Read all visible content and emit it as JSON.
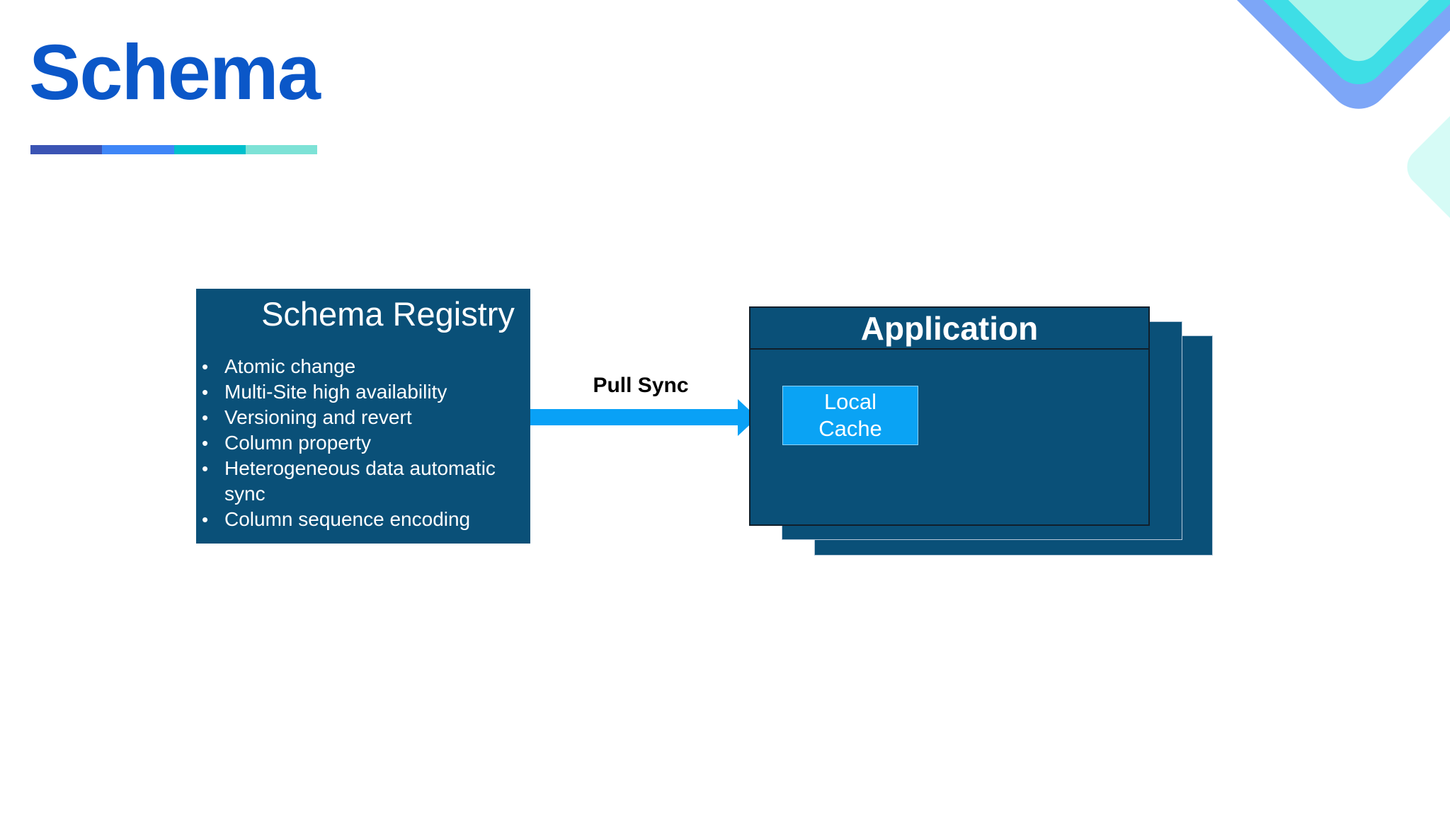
{
  "slide": {
    "title": "Schema",
    "title_color": "#0b57c8",
    "accent_bar": {
      "segment_colors": [
        "#3b54b4",
        "#3f86f7",
        "#00c0cd",
        "#7de2d6"
      ]
    },
    "corner_decoration": {
      "outer_color": "#7da6f7",
      "middle_color": "#3edee6",
      "inner_color": "#a9f4eb",
      "small_color": "#d6fbf6"
    }
  },
  "registry": {
    "title": "Schema Registry",
    "bg_color": "#0a5078",
    "bullets": [
      "Atomic change",
      "Multi-Site high availability",
      "Versioning and revert",
      "Column property",
      "Heterogeneous data automatic sync",
      "Column sequence encoding"
    ]
  },
  "sync_arrow": {
    "label": "Pull Sync",
    "color": "#09a1f6"
  },
  "application": {
    "title": "Application",
    "bg_color": "#0a5078",
    "local_cache": {
      "lines": [
        "Local",
        "Cache"
      ],
      "bg_color": "#0aa3f4"
    }
  }
}
